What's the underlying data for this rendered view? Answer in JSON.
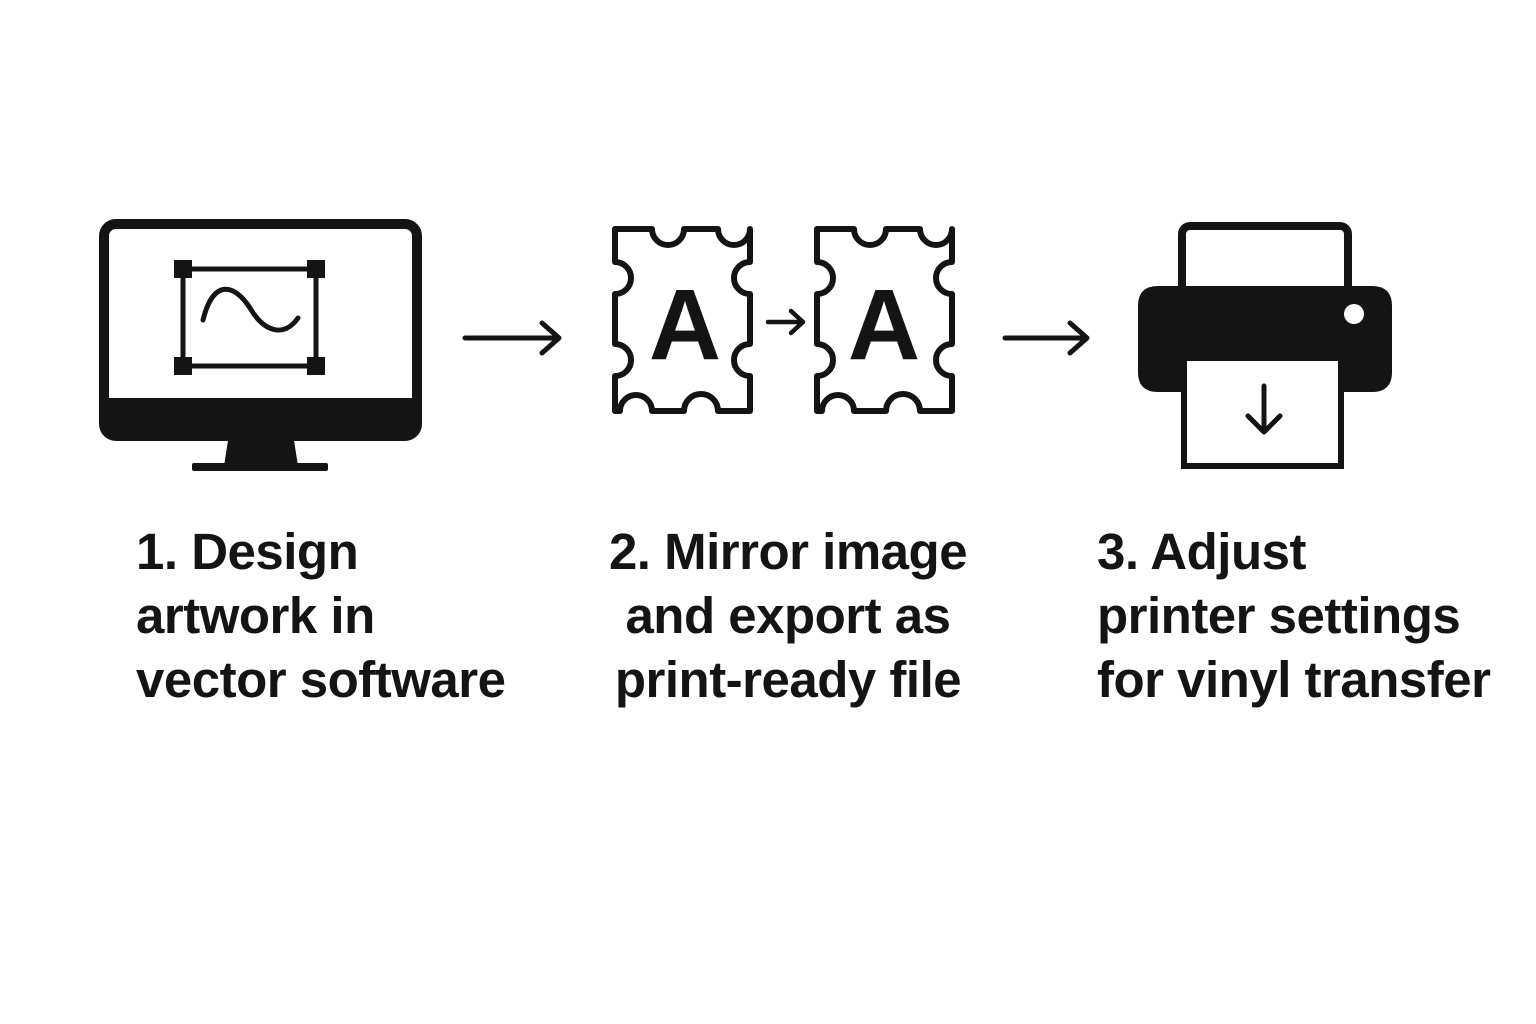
{
  "steps": [
    {
      "icon": "monitor-vector-design-icon",
      "lines": [
        "1. Design",
        "artwork in",
        "vector software"
      ]
    },
    {
      "icon": "mirrored-letter-stamp-icon",
      "glyph": "A",
      "lines": [
        "2. Mirror image",
        "and export as",
        "print-ready file"
      ]
    },
    {
      "icon": "printer-output-icon",
      "lines": [
        "3. Adjust",
        "printer settings",
        "for vinyl transfer"
      ]
    }
  ],
  "colors": {
    "ink": "#141414",
    "background": "#ffffff"
  }
}
